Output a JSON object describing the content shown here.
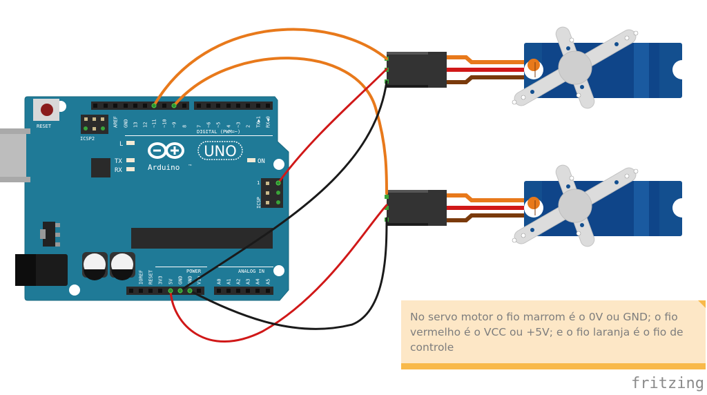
{
  "board": {
    "reset_label": "RESET",
    "icsp2_label": "ICSP2",
    "icsp_label": "ICSP",
    "icsp_pin1": "1",
    "logo_text": "Arduino",
    "logo_tm": "TM",
    "model": "UNO",
    "led_l": "L",
    "led_tx": "TX",
    "led_rx": "RX",
    "led_on": "ON",
    "digital_label": "DIGITAL (PWM=~)",
    "power_label": "POWER",
    "analog_label": "ANALOG IN",
    "top_pins_a": [
      "AREF",
      "GND",
      "13",
      "12",
      "~11",
      "~10",
      "~9",
      "8"
    ],
    "top_pins_b": [
      "7",
      "~6",
      "~5",
      "4",
      "~3",
      "2",
      "TX▶1",
      "RX◀0"
    ],
    "power_pins": [
      "IOREF",
      "RESET",
      "3V3",
      "5V",
      "GND",
      "GND",
      "Vin"
    ],
    "analog_pins": [
      "A0",
      "A1",
      "A2",
      "A3",
      "A4",
      "A5"
    ]
  },
  "colors": {
    "board": "#1f7a97",
    "signal_wire": "#e8791b",
    "vcc_wire": "#d01818",
    "gnd_wire": "#1a1a1a",
    "servo_gnd": "#7a3a0c",
    "servo_body": "#134f8f",
    "note_bg": "#fde7c6",
    "note_bar": "#f8b94a"
  },
  "note": {
    "text": "No servo motor o fio marrom é o 0V ou GND; o fio vermelho é o VCC ou +5V; e o fio laranja é o fio de controle"
  },
  "brand": "fritzing"
}
